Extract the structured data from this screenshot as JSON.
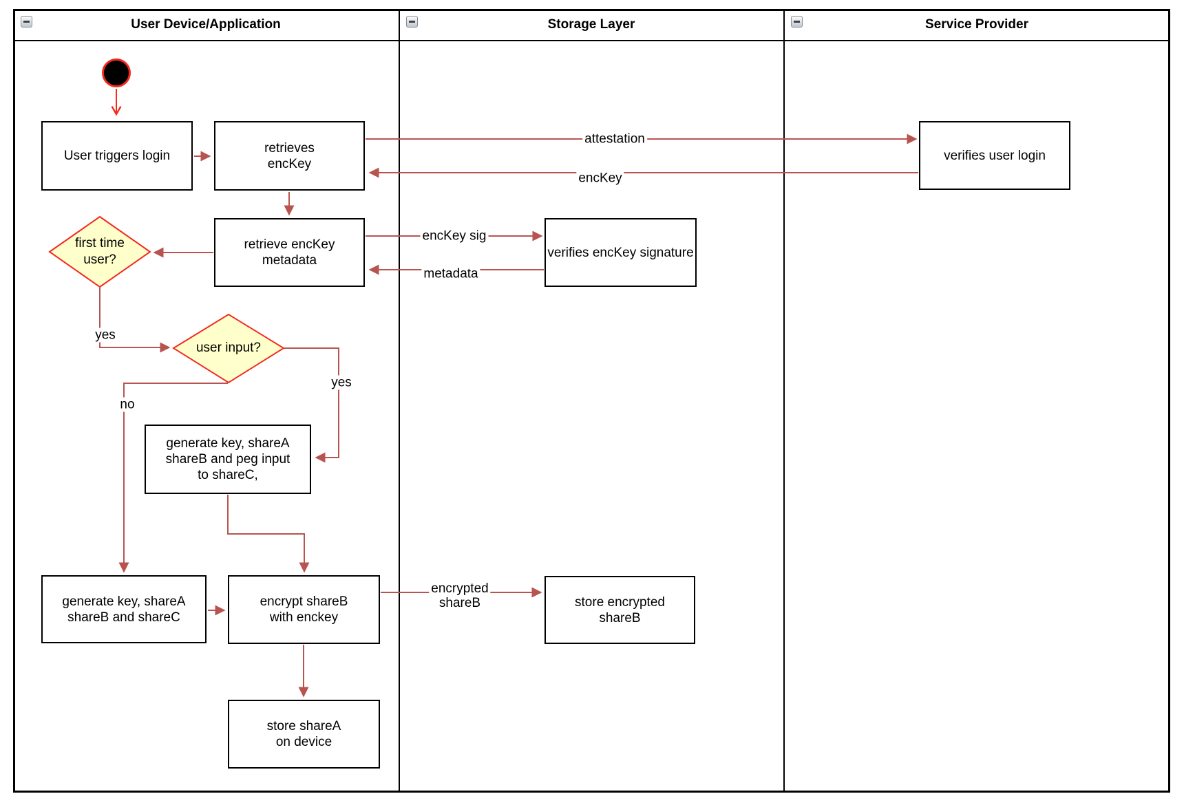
{
  "lanes": [
    {
      "title": "User Device/Application"
    },
    {
      "title": "Storage Layer"
    },
    {
      "title": "Service Provider"
    }
  ],
  "nodes": {
    "user_triggers_login": "User triggers login",
    "retrieves_enckey": "retrieves\nencKey",
    "verifies_user_login": "verifies user login",
    "retrieve_enckey_metadata": "retrieve encKey\nmetadata",
    "verifies_enckey_signature": "verifies encKey signature",
    "first_time_user": "first time\nuser?",
    "user_input": "user input?",
    "generate_key_peg_input": "generate key, shareA\nshareB and peg input\nto shareC,",
    "generate_key_sharec": "generate key, shareA\nshareB and shareC",
    "encrypt_shareb": "encrypt shareB\nwith enckey",
    "store_encrypted_shareb": "store encrypted\nshareB",
    "store_sharea": "store shareA\non device"
  },
  "edge_labels": {
    "attestation": "attestation",
    "enckey": "encKey",
    "enckey_sig": "encKey sig",
    "metadata": "metadata",
    "first_time_yes": "yes",
    "user_input_yes": "yes",
    "user_input_no": "no",
    "encrypted_shareb": "encrypted\nshareB"
  },
  "colors": {
    "edge": "#b85450",
    "accent_red": "#f5291d",
    "diamond_fill": "#ffffcc",
    "shape_stroke": "#000000"
  }
}
